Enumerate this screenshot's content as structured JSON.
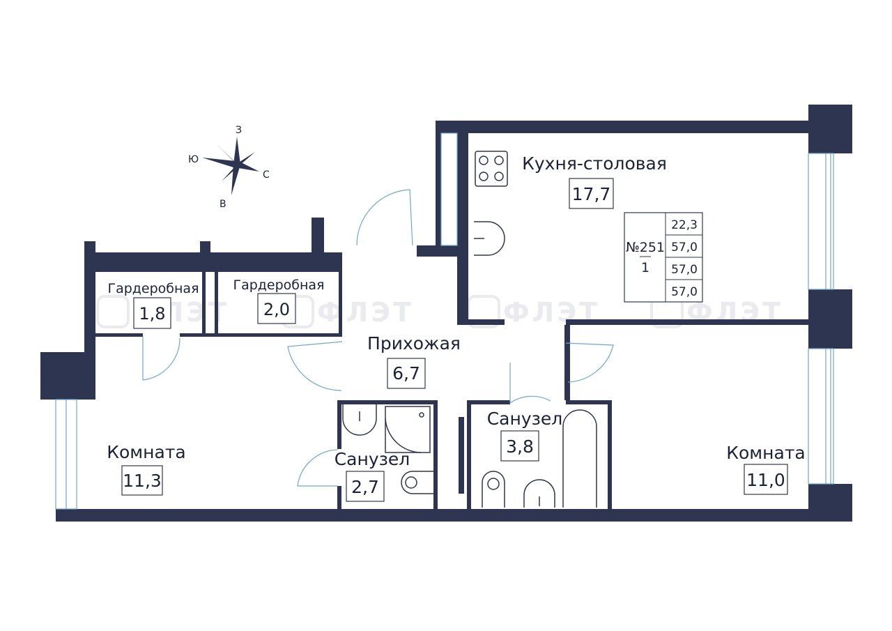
{
  "compass": {
    "north": "З",
    "south": "В",
    "east": "С",
    "west": "Ю"
  },
  "watermark": {
    "text": "ФЛЭТ"
  },
  "rooms": {
    "kitchen": {
      "name": "Кухня-столовая",
      "area": "17,7"
    },
    "hallway": {
      "name": "Прихожая",
      "area": "6,7"
    },
    "wardrobe1": {
      "name": "Гардеробная",
      "area": "1,8"
    },
    "wardrobe2": {
      "name": "Гардеробная",
      "area": "2,0"
    },
    "room_left": {
      "name": "Комната",
      "area": "11,3"
    },
    "room_right": {
      "name": "Комната",
      "area": "11,0"
    },
    "bath_small": {
      "name": "Санузел",
      "area": "2,7"
    },
    "bath_large": {
      "name": "Санузел",
      "area": "3,8"
    }
  },
  "apartment": {
    "number": "№251",
    "rooms": "1",
    "values": [
      "22,3",
      "57,0",
      "57,0",
      "57,0"
    ]
  },
  "colors": {
    "wall": "#2e3550",
    "door": "#6fa8c9",
    "text": "#1b2138"
  }
}
